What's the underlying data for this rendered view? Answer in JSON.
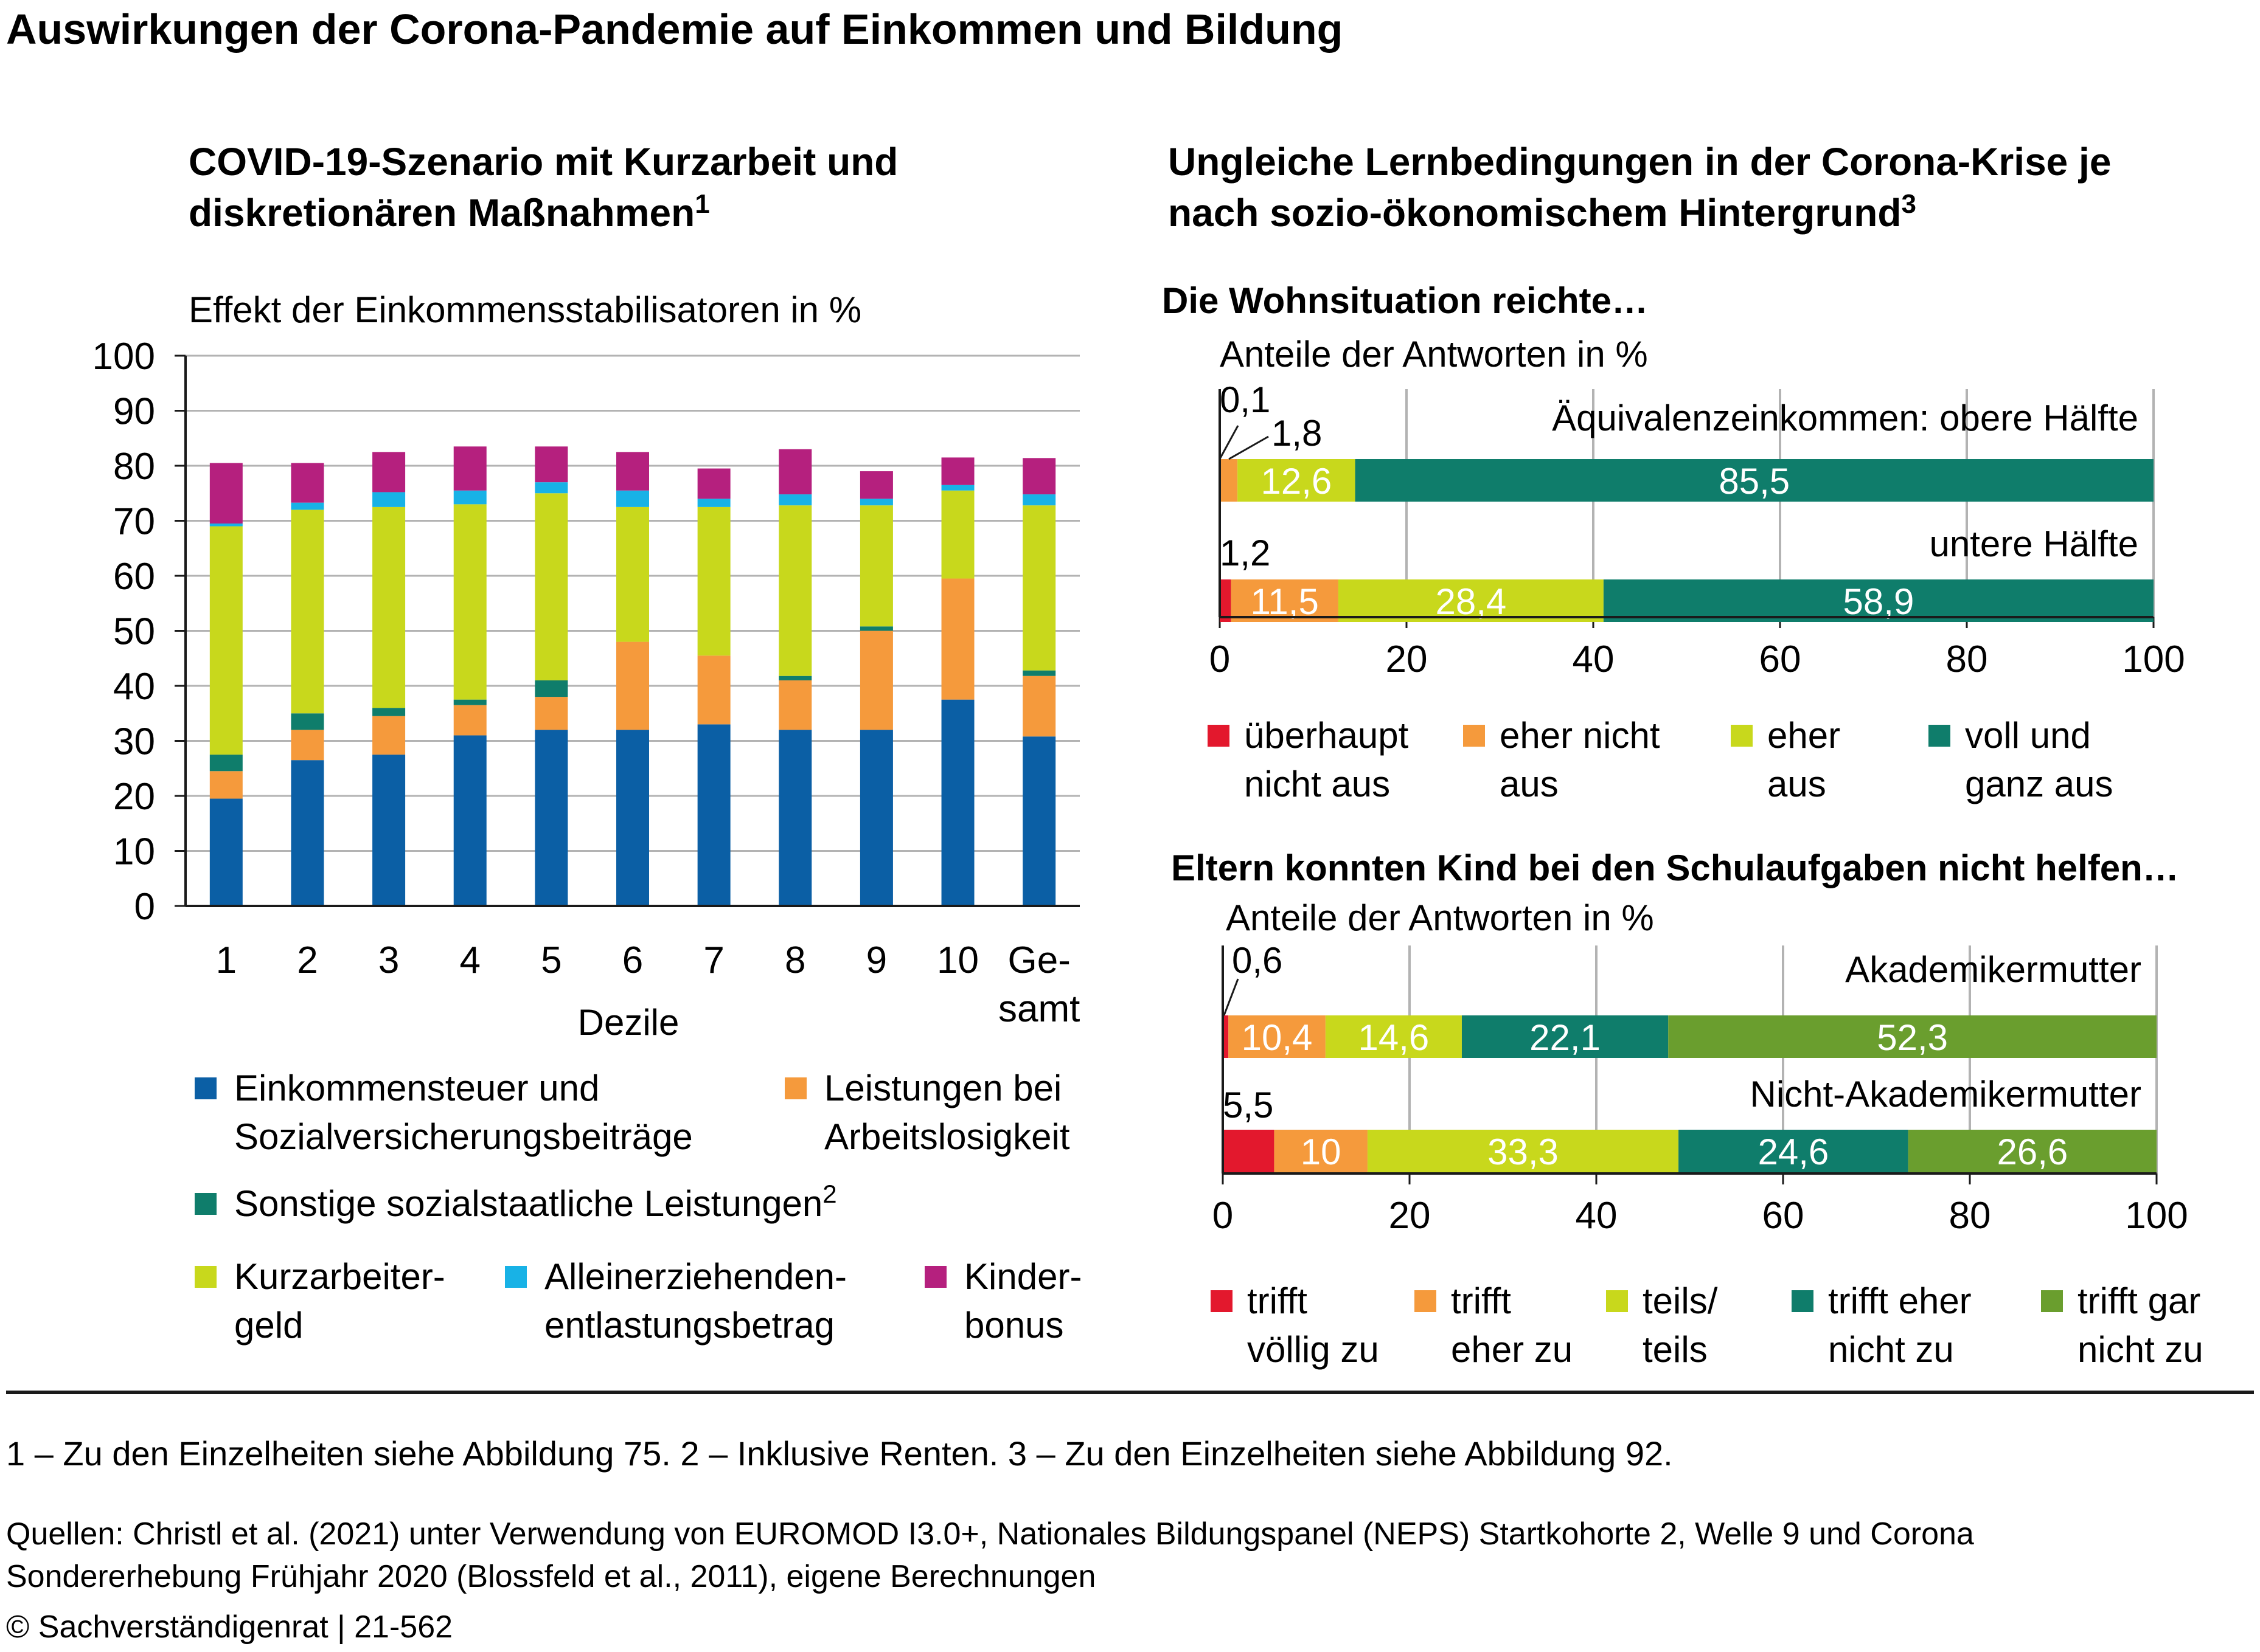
{
  "header": {
    "title": "Auswirkungen der Corona-Pandemie auf Einkommen und Bildung"
  },
  "left_panel": {
    "title_line1": "COVID-19-Szenario mit Kurzarbeit und",
    "title_line2": "diskretionären Maßnahmen",
    "title_sup": "1",
    "ylabel": "Effekt der Einkommensstabilisatoren in %",
    "xlabel": "Dezile",
    "legend": [
      {
        "line1": "Einkommensteuer und",
        "line2": "Sozialversicherungsbeiträge",
        "sup": ""
      },
      {
        "line1": "Leistungen bei",
        "line2": "Arbeitslosigkeit",
        "sup": ""
      },
      {
        "line1": "Sonstige sozialstaatliche Leistungen",
        "line2": "",
        "sup": "2"
      },
      {
        "line1": "Kurzarbeiter-",
        "line2": "geld",
        "sup": ""
      },
      {
        "line1": "Alleinerziehenden-",
        "line2": "entlastungsbetrag",
        "sup": ""
      },
      {
        "line1": "Kinder-",
        "line2": "bonus",
        "sup": ""
      }
    ]
  },
  "right_panel": {
    "title_line1": "Ungleiche Lernbedingungen in der Corona-Krise je",
    "title_line2": "nach sozio-ökonomischem Hintergrund",
    "title_sup": "3",
    "top": {
      "title": "Die Wohnsituation reichte…",
      "unit": "Anteile der Antworten in %",
      "legend": [
        {
          "line1": "überhaupt",
          "line2": "nicht aus"
        },
        {
          "line1": "eher nicht",
          "line2": "aus"
        },
        {
          "line1": "eher",
          "line2": "aus"
        },
        {
          "line1": "voll und",
          "line2": "ganz aus"
        }
      ]
    },
    "bottom": {
      "title": "Eltern konnten Kind bei den Schulaufgaben nicht helfen…",
      "unit": "Anteile der Antworten in %",
      "legend": [
        {
          "line1": "trifft",
          "line2": "völlig zu"
        },
        {
          "line1": "trifft",
          "line2": "eher zu"
        },
        {
          "line1": "teils/",
          "line2": "teils"
        },
        {
          "line1": "trifft eher",
          "line2": "nicht zu"
        },
        {
          "line1": "trifft gar",
          "line2": "nicht zu"
        }
      ]
    }
  },
  "footer": {
    "notes": "1 – Zu den Einzelheiten siehe Abbildung 75.  2 – Inklusive Renten.  3 – Zu den Einzelheiten siehe Abbildung 92.",
    "sources_line1": "Quellen: Christl et al. (2021) unter Verwendung von EUROMOD I3.0+, Nationales Bildungspanel (NEPS) Startkohorte 2, Welle 9 und Corona",
    "sources_line2": "Sondererhebung Frühjahr 2020 (Blossfeld et al., 2011), eigene Berechnungen",
    "copyright": "© Sachverständigenrat | 21-562"
  },
  "colors": {
    "blue": "#0b5fa5",
    "orange": "#f59a3c",
    "teal": "#0f7d6b",
    "yellowgreen": "#c8d81c",
    "cyan": "#18b2e6",
    "magenta": "#b5207e",
    "red": "#e3182d",
    "green": "#6a9e2e",
    "grid": "#b3b3b3"
  },
  "chart_data": [
    {
      "type": "bar",
      "stacked": true,
      "categories": [
        "1",
        "2",
        "3",
        "4",
        "5",
        "6",
        "7",
        "8",
        "9",
        "10",
        "Ge-\nsamt"
      ],
      "ylim": [
        0,
        100
      ],
      "yticks": [
        0,
        10,
        20,
        30,
        40,
        50,
        60,
        70,
        80,
        90,
        100
      ],
      "grid": true,
      "series": [
        {
          "name": "Einkommensteuer und Sozialversicherungsbeiträge",
          "color": "#0b5fa5",
          "values": [
            19.5,
            26.5,
            27.5,
            31.0,
            32.0,
            32.0,
            33.0,
            32.0,
            32.0,
            37.5,
            30.8
          ]
        },
        {
          "name": "Leistungen bei Arbeitslosigkeit",
          "color": "#f59a3c",
          "values": [
            5.0,
            5.5,
            7.0,
            5.5,
            6.0,
            16.0,
            12.5,
            9.0,
            18.0,
            22.0,
            11.0
          ]
        },
        {
          "name": "Sonstige sozialstaatliche Leistungen",
          "color": "#0f7d6b",
          "values": [
            3.0,
            3.0,
            1.5,
            1.0,
            3.0,
            0.0,
            0.0,
            0.8,
            0.8,
            0.0,
            1.0
          ]
        },
        {
          "name": "Kurzarbeitergeld",
          "color": "#c8d81c",
          "values": [
            41.5,
            37.0,
            36.5,
            35.5,
            34.0,
            24.5,
            27.0,
            31.0,
            22.0,
            16.0,
            30.0
          ]
        },
        {
          "name": "Alleinerziehendenentlastungsbetrag",
          "color": "#18b2e6",
          "values": [
            0.5,
            1.3,
            2.7,
            2.5,
            2.0,
            3.0,
            1.5,
            2.0,
            1.2,
            1.0,
            2.0
          ]
        },
        {
          "name": "Kinderbonus",
          "color": "#b5207e",
          "values": [
            11.0,
            7.2,
            7.3,
            8.0,
            6.5,
            7.0,
            5.5,
            8.2,
            5.0,
            5.0,
            6.6
          ]
        }
      ]
    },
    {
      "type": "bar",
      "orientation": "horizontal",
      "stacked": true,
      "title": "Die Wohnsituation reichte…",
      "xlim": [
        0,
        100
      ],
      "xticks": [
        0,
        20,
        40,
        60,
        80,
        100
      ],
      "grid": true,
      "rows": [
        {
          "label": "Äquivalenzeinkommen: obere Hälfte",
          "values": [
            0.1,
            1.8,
            12.6,
            85.5
          ]
        },
        {
          "label": "untere Hälfte",
          "values": [
            1.2,
            11.5,
            28.4,
            58.9
          ]
        }
      ],
      "series": [
        {
          "name": "überhaupt nicht aus",
          "color": "#e3182d"
        },
        {
          "name": "eher nicht aus",
          "color": "#f59a3c"
        },
        {
          "name": "eher aus",
          "color": "#c8d81c"
        },
        {
          "name": "voll und ganz aus",
          "color": "#0f7d6b"
        }
      ]
    },
    {
      "type": "bar",
      "orientation": "horizontal",
      "stacked": true,
      "title": "Eltern konnten Kind bei den Schulaufgaben nicht helfen…",
      "xlim": [
        0,
        100
      ],
      "xticks": [
        0,
        20,
        40,
        60,
        80,
        100
      ],
      "grid": true,
      "rows": [
        {
          "label": "Akademikermutter",
          "values": [
            0.6,
            10.4,
            14.6,
            22.1,
            52.3
          ]
        },
        {
          "label": "Nicht-Akademikermutter",
          "values": [
            5.5,
            10.0,
            33.3,
            24.6,
            26.6
          ]
        }
      ],
      "series": [
        {
          "name": "trifft völlig zu",
          "color": "#e3182d"
        },
        {
          "name": "trifft eher zu",
          "color": "#f59a3c"
        },
        {
          "name": "teils/teils",
          "color": "#c8d81c"
        },
        {
          "name": "trifft eher nicht zu",
          "color": "#0f7d6b"
        },
        {
          "name": "trifft gar nicht zu",
          "color": "#6a9e2e"
        }
      ]
    }
  ]
}
